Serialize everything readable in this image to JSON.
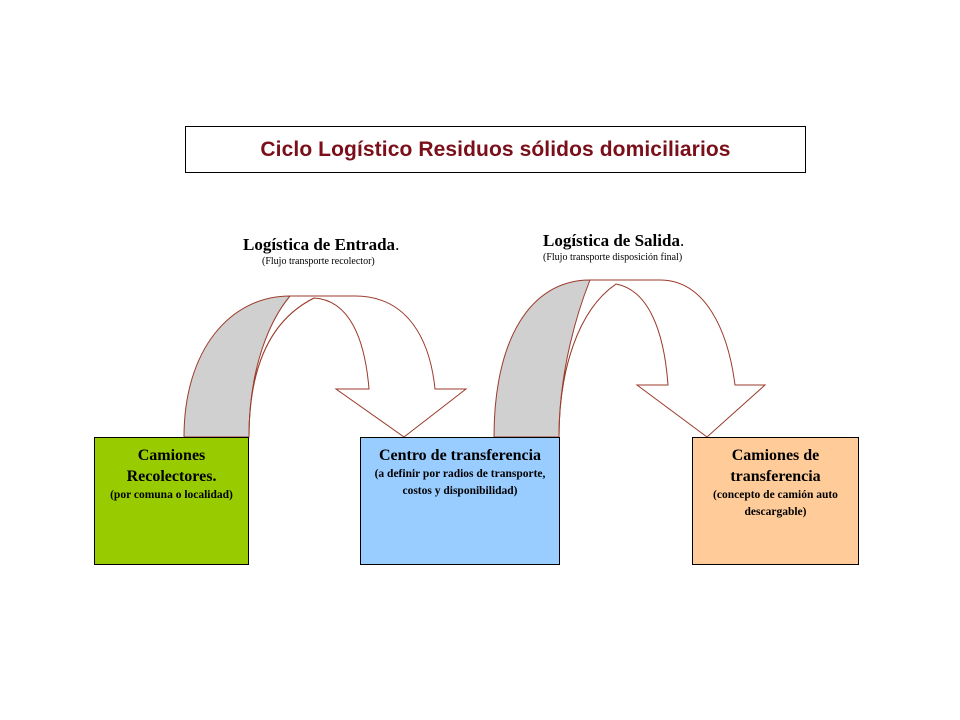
{
  "title": "Ciclo Logístico Residuos sólidos domiciliarios",
  "flows": {
    "entrada": {
      "heading": "Logística de Entrada",
      "period": ".",
      "subtitle": "(Flujo transporte recolector)"
    },
    "salida": {
      "heading": "Logística de Salida",
      "period": ".",
      "subtitle": "(Flujo transporte disposición final)"
    }
  },
  "nodes": {
    "recolectores": {
      "title": "Camiones Recolectores.",
      "subtitle": "(por comuna o localidad)",
      "color": "#99cc00"
    },
    "centro": {
      "title": "Centro de transferencia",
      "subtitle": "(a definir por radios de transporte, costos y disponibilidad)",
      "color": "#99ccff"
    },
    "transferencia": {
      "title": "Camiones de transferencia",
      "subtitle": "(concepto de camión auto descargable)",
      "color": "#ffcc99"
    }
  },
  "colors": {
    "title_text": "#7a0f1a",
    "arrow_outline": "#9b3b2b",
    "arrow_shadow": "#d0d0d0"
  }
}
